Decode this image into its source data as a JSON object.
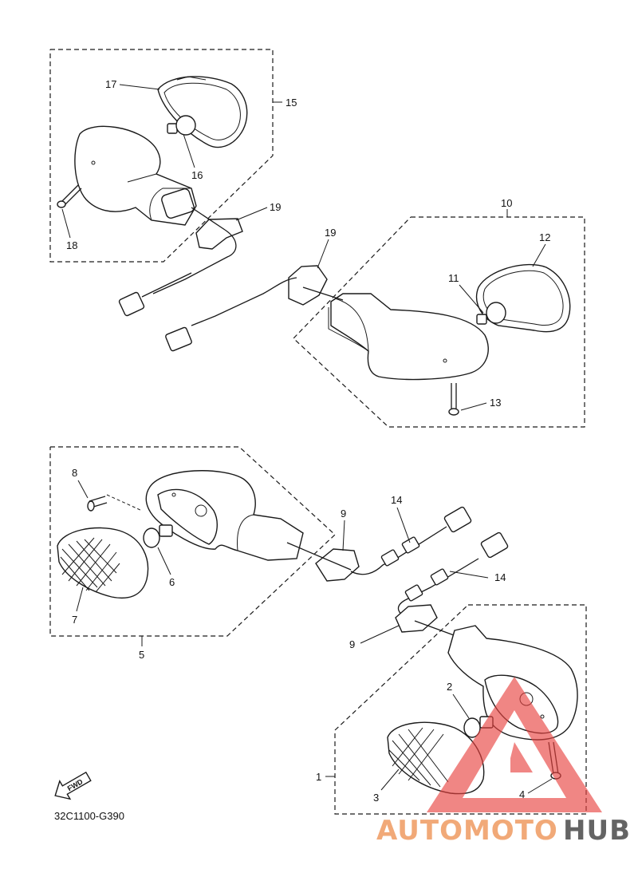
{
  "diagram": {
    "part_code": "32C1100-G390",
    "fwd_label": "FWD",
    "callouts": {
      "c1": "1",
      "c2": "2",
      "c3": "3",
      "c4": "4",
      "c5": "5",
      "c6": "6",
      "c7": "7",
      "c8": "8",
      "c9a": "9",
      "c9b": "9",
      "c10": "10",
      "c11": "11",
      "c12": "12",
      "c13": "13",
      "c14a": "14",
      "c14b": "14",
      "c15": "15",
      "c16": "16",
      "c17": "17",
      "c18": "18",
      "c19a": "19",
      "c19b": "19"
    }
  },
  "watermark": {
    "brand_part1": "AUTOMOTO",
    "brand_part2": "HUB",
    "color_primary": "#e8423f",
    "color_secondary": "#f0a06a",
    "color_dark": "#4a4a4a"
  }
}
